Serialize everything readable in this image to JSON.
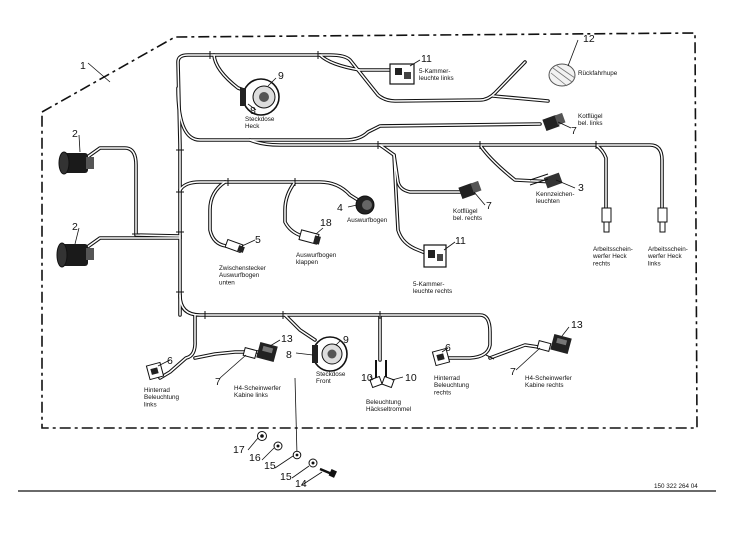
{
  "drawing_number": "150 322 264 04",
  "parts": [
    {
      "number": "1"
    },
    {
      "number": "2"
    },
    {
      "number": "2"
    },
    {
      "number": "3",
      "label": [
        "Kennzeichen-",
        "leuchten"
      ]
    },
    {
      "number": "4",
      "label": [
        "Auswurfbogen"
      ]
    },
    {
      "number": "5",
      "label": [
        "Zwischenstecker",
        "Auswurfbogen",
        "unten"
      ]
    },
    {
      "number": "6",
      "label": [
        "Hinterrad",
        "Beleuchtung",
        "links"
      ]
    },
    {
      "number": "6",
      "label": [
        "Hinterrad",
        "Beleuchtung",
        "rechts"
      ]
    },
    {
      "number": "7",
      "label": [
        "Kotflügel",
        "bel. links"
      ]
    },
    {
      "number": "7",
      "label": [
        "Kotflügel",
        "bel. rechts"
      ]
    },
    {
      "number": "7",
      "label": [
        "H4-Scheinwerfer",
        "Kabine links"
      ]
    },
    {
      "number": "7",
      "label": [
        "H4-Scheinwerfer",
        "Kabine rechts"
      ]
    },
    {
      "number": "8",
      "label": [
        "Steckdose",
        "Heck"
      ]
    },
    {
      "number": "8",
      "label": [
        "Steckdose",
        "Front"
      ]
    },
    {
      "number": "9"
    },
    {
      "number": "9"
    },
    {
      "number": "10"
    },
    {
      "number": "10",
      "label": [
        "Beleuchtung",
        "Häckseltrommel"
      ]
    },
    {
      "number": "11",
      "label": [
        "5-Kammer-",
        "leuchte links"
      ]
    },
    {
      "number": "11",
      "label": [
        "5-Kammer-",
        "leuchte rechts"
      ]
    },
    {
      "number": "12",
      "label": [
        "Rückfahrhupe"
      ]
    },
    {
      "number": "13"
    },
    {
      "number": "13"
    },
    {
      "number": "14"
    },
    {
      "number": "15"
    },
    {
      "number": "15"
    },
    {
      "number": "16"
    },
    {
      "number": "17"
    },
    {
      "number": "18",
      "label": [
        "Auswurfbogen",
        "klappen"
      ]
    }
  ],
  "extra_labels": [
    {
      "label": [
        "Arbeitsschein-",
        "werfer Heck",
        "rechts"
      ]
    },
    {
      "label": [
        "Arbeitsschein-",
        "werfer Heck",
        "links"
      ]
    }
  ]
}
